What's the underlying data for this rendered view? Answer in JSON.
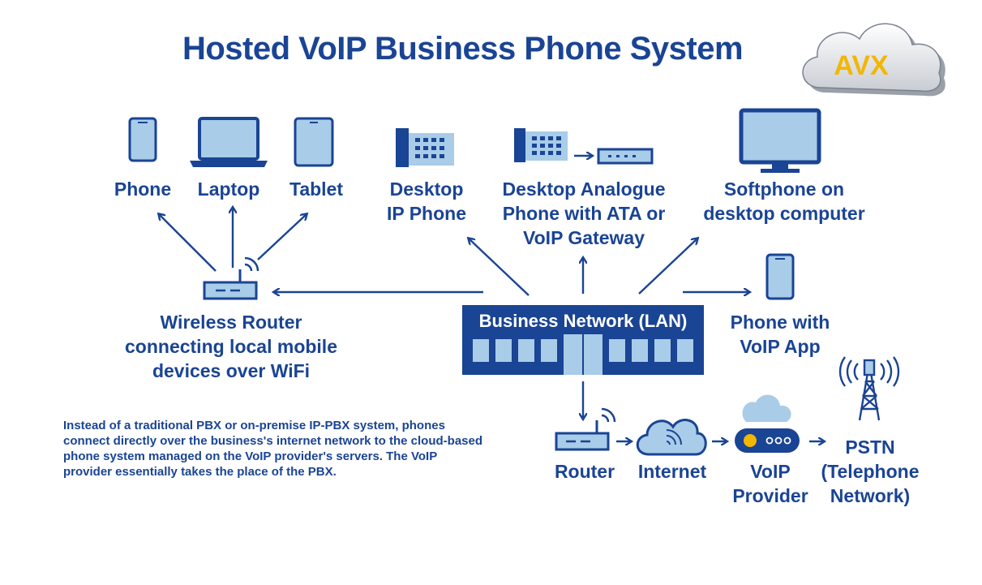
{
  "title": "Hosted VoIP Business Phone System",
  "logo": {
    "text": "AVX",
    "brand_color": "#f2b705"
  },
  "colors": {
    "primary": "#1a4494",
    "light_fill": "#a9cce8"
  },
  "devices": {
    "phone": "Phone",
    "laptop": "Laptop",
    "tablet": "Tablet",
    "desktop_ip_phone": [
      "Desktop",
      "IP Phone"
    ],
    "analogue_phone": [
      "Desktop Analogue",
      "Phone with ATA or",
      "VoIP Gateway"
    ],
    "softphone": [
      "Softphone on",
      "desktop computer"
    ],
    "voip_app_phone": [
      "Phone with",
      "VoIP App"
    ]
  },
  "wireless_router": [
    "Wireless Router",
    "connecting local mobile",
    "devices over WiFi"
  ],
  "lan": {
    "label": "Business Network (LAN)"
  },
  "chain": {
    "router": "Router",
    "internet": "Internet",
    "voip_provider": [
      "VoIP",
      "Provider"
    ],
    "pstn": [
      "PSTN",
      "(Telephone",
      "Network)"
    ]
  },
  "note": "Instead of a traditional PBX or on-premise IP-PBX system, phones connect directly over the business's internet network to the cloud-based phone system managed on the VoIP provider's servers. The VoIP provider essentially takes the place of the PBX."
}
